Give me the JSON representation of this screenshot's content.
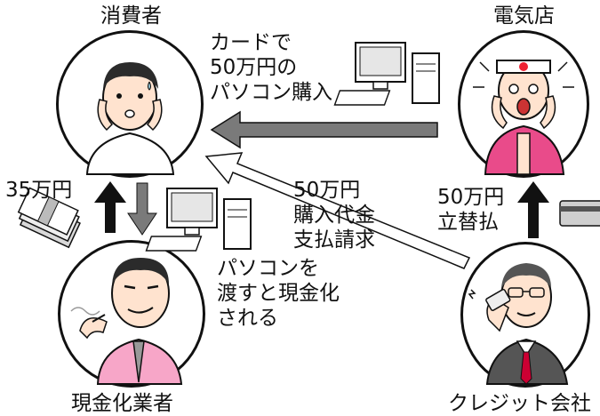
{
  "actors": {
    "consumer": "消費者",
    "store": "電気店",
    "cashing_dealer": "現金化業者",
    "card_company": "クレジット会社"
  },
  "flows": {
    "purchase": {
      "lines": [
        "カードで",
        "50万円の",
        "パソコン購入"
      ]
    },
    "payment_request": {
      "lines": [
        "50万円",
        "購入代金",
        "支払請求"
      ]
    },
    "advance_payment": {
      "lines": [
        "50万円",
        "立替払"
      ]
    },
    "cash": "35万円",
    "resale": {
      "lines": [
        "パソコンを",
        "渡すと現金化",
        "される"
      ]
    }
  },
  "colors": {
    "outline": "#111111",
    "arrow_gray": "#7a7a7a",
    "arrow_black": "#111111",
    "skin": "#ffe3cf",
    "store_pink": "#e94b8a"
  }
}
